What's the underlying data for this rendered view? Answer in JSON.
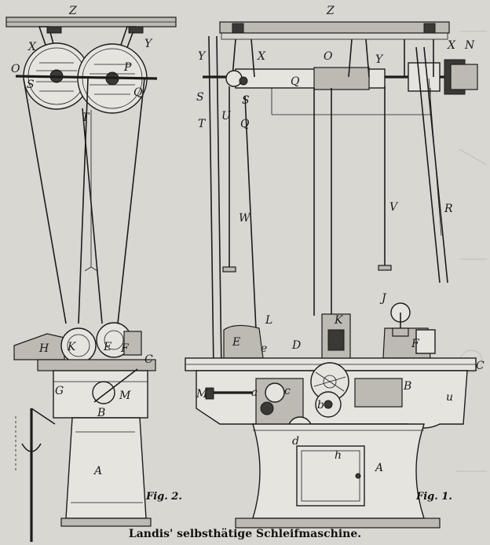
{
  "caption": "Landis' selbsthätige Schleifmaschine.",
  "figures": {
    "fig2": "Fig. 2.",
    "fig1": "Fig. 1."
  },
  "labels": {
    "Z_top_left": "Z",
    "Z_top_right": "Z",
    "X_left": "X",
    "Y_left": "Y",
    "O_left": "O",
    "S_left": "S",
    "P_left": "P",
    "Q_left": "Q",
    "T_left": "T",
    "X_mid": "X",
    "O_mid": "O",
    "Q_mid": "Q",
    "Y_mid": "Y",
    "X_right": "X",
    "N_right": "N",
    "Y_small": "Y",
    "S_mid": "S",
    "S_mid2": "S",
    "T_mid": "T",
    "U_mid": "U",
    "Q_mid2": "Q",
    "W": "W",
    "V": "V",
    "R": "R",
    "H_fig2": "H",
    "K_fig2": "K",
    "E_fig2": "E",
    "F_fig2": "F",
    "C_fig2": "C",
    "G_fig2": "G",
    "M_fig2": "M",
    "B_fig2": "B",
    "A_fig2": "A",
    "L": "L",
    "E_fig1": "E",
    "e": "e",
    "D": "D",
    "K_fig1": "K",
    "J": "J",
    "F_fig1": "F",
    "C_fig1": "C",
    "B_fig1": "B",
    "u": "u",
    "M_fig1": "M",
    "a": "a",
    "c": "c",
    "b": "b",
    "d": "d",
    "h": "h",
    "A_fig1": "A"
  }
}
